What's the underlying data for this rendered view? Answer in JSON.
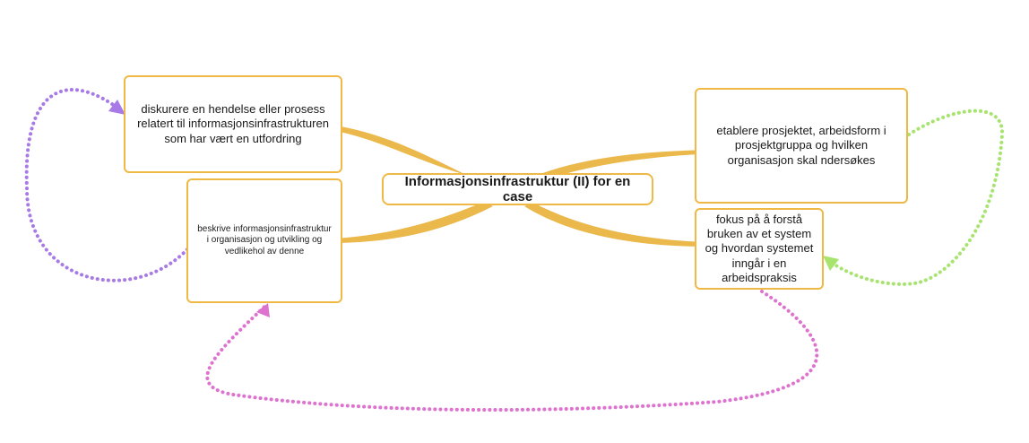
{
  "mindmap": {
    "central": {
      "text": "Informasjonsinfrastruktur (II) for en case"
    },
    "nodes": {
      "top_left": {
        "text": "diskurere en hendelse eller prosess\nrelatert til informasjonsinfrastrukturen\nsom har vært en utfordring"
      },
      "mid_left": {
        "text": "beskrive informasjonsinfrastruktur\ni organisasjon og utvikling og\nvedlikehol av denne"
      },
      "top_right": {
        "text": "etablere prosjektet, arbeidsform i\nprosjektgruppa og hvilken\norganisasjon skal ndersøkes"
      },
      "bottom_right": {
        "text": "fokus på å forstå\nbruken av et system\nog hvordan systemet\ninngår i en\narbeidspraksis"
      }
    },
    "colors": {
      "branch": "#ebb84c",
      "node_border": "#f0b945",
      "arrow_purple": "#a77ae6",
      "arrow_pink": "#dd73cf",
      "arrow_green": "#a6e46e"
    }
  }
}
